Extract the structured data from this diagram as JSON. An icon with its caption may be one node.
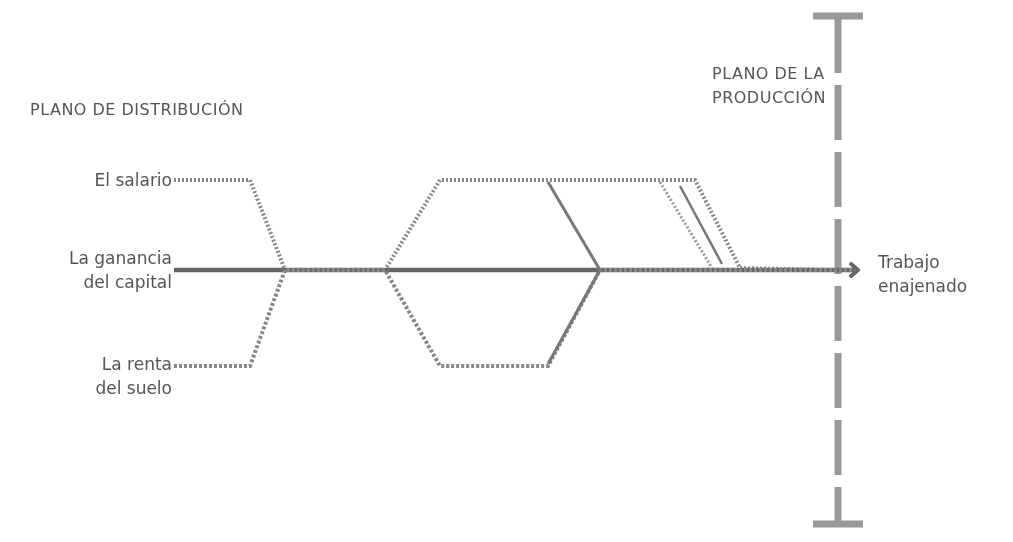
{
  "diagram": {
    "nodes": [
      {
        "text": [
          "El salario"
        ]
      },
      {
        "text": [
          "La ganancia del capital"
        ]
      },
      {
        "text": [
          "La renta del suelo"
        ]
      },
      {
        "text": [
          "Trabajo enajenado"
        ]
      }
    ],
    "edges": [
      {
        "from": 0,
        "to": 3,
        "arrow": "to",
        "style": "dashed"
      },
      {
        "from": 1,
        "to": 3,
        "arrow": "to"
      },
      {
        "from": 2,
        "to": 3,
        "arrow": "to",
        "style": "dashed"
      }
    ],
    "labels": [
      "PLANO DE DISTRIBUCIÓN",
      "PLANO DE LA PRODUCCIÓN"
    ]
  }
}
